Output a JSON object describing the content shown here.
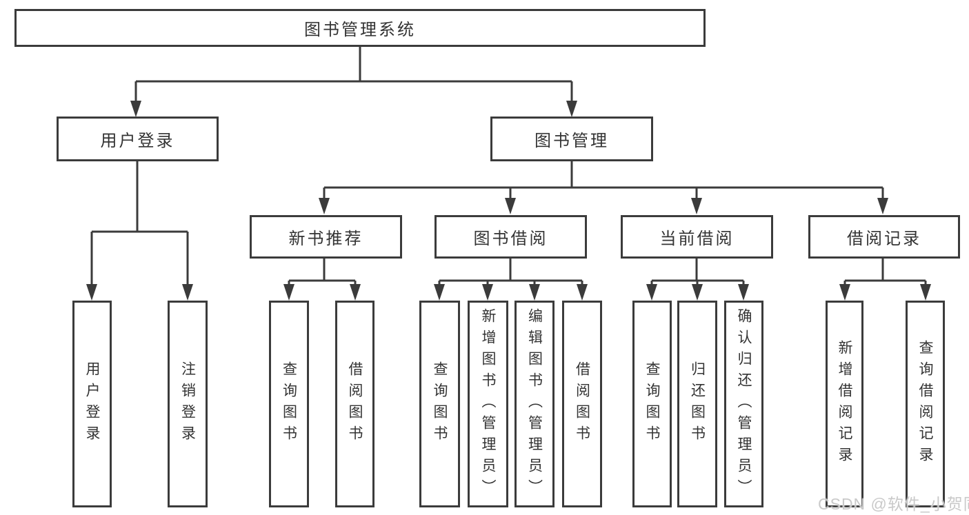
{
  "diagram": {
    "root": "图书管理系统",
    "level1": [
      "用户登录",
      "图书管理"
    ],
    "level2": [
      "新书推荐",
      "图书借阅",
      "当前借阅",
      "借阅记录"
    ],
    "leaves_user_login": [
      "用户登录",
      "注销登录"
    ],
    "leaves_new_book": [
      "查询图书",
      "借阅图书"
    ],
    "leaves_book_borrow": [
      "查询图书",
      "新增图书（管理员）",
      "编辑图书（管理员）",
      "借阅图书"
    ],
    "leaves_current_borrow": [
      "查询图书",
      "归还图书",
      "确认归还（管理员）"
    ],
    "leaves_borrow_record": [
      "新增借阅记录",
      "查询借阅记录"
    ],
    "watermark": "CSDN @软件_小贺同学",
    "colors": {
      "line": "#3b3b3b",
      "text": "#333333",
      "watermark": "#c9c9c9",
      "background": "#ffffff"
    }
  }
}
